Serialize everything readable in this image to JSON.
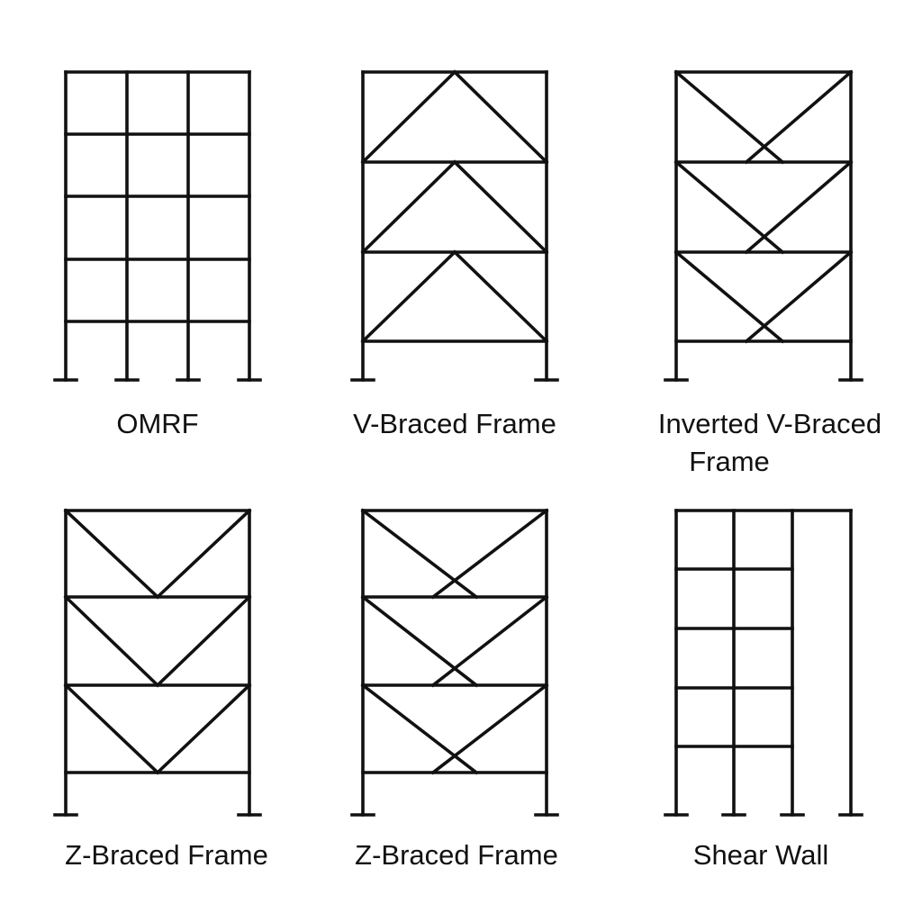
{
  "diagrams": [
    {
      "type": "omrf",
      "label": "OMRF"
    },
    {
      "type": "v-braced",
      "label": "V-Braced Frame"
    },
    {
      "type": "inverted-v-braced",
      "label_line1": "Inverted V-Braced",
      "label_line2": "Frame"
    },
    {
      "type": "z-braced",
      "label": "Z-Braced Frame"
    },
    {
      "type": "z-braced-x",
      "label": "Z-Braced Frame"
    },
    {
      "type": "shear-wall",
      "label": "Shear Wall"
    }
  ],
  "colors": {
    "stroke": "#111111",
    "background": "#ffffff"
  }
}
